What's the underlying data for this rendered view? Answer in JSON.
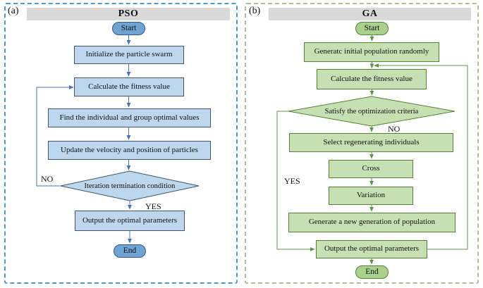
{
  "theme": {
    "pso_panel_border": "#4a9ad4",
    "ga_panel_border": "#b4bc96",
    "header_bg": "#d9d9d9",
    "pso_fill": "#bdd7ee",
    "pso_border": "#44546a",
    "pso_node_fill": "#6fa3d2",
    "pso_node_border": "#2f5597",
    "pso_arrow": "#4472c4",
    "ga_fill": "#c6e0b4",
    "ga_border": "#538135",
    "ga_node_fill": "#a9d18e",
    "ga_node_border": "#538135",
    "ga_arrow": "#5e9648"
  },
  "pso": {
    "panel_label": "(a)",
    "title": "PSO",
    "start": "Start",
    "initialize": "Initialize the particle swarm",
    "fitness": "Calculate the fitness value",
    "find_optimal": "Find the individual and group optimal values",
    "update": "Update the velocity and position of particles",
    "decision": "Iteration termination condition",
    "no_label": "NO",
    "yes_label": "YES",
    "output": "Output the optimal parameters",
    "end": "End"
  },
  "ga": {
    "panel_label": "(b)",
    "title": "GA",
    "start": "Start",
    "generate_initial": "Generatc initial population randomly",
    "fitness": "Calculate the fitness value",
    "decision": "Satisfy the optimization criteria",
    "no_label": "NO",
    "yes_label": "YES",
    "select": "Select regenerating individuals",
    "cross": "Cross",
    "variation": "Variation",
    "new_generation": "Generate a new generation of population",
    "output": "Output the optimal parameters",
    "end": "End"
  }
}
